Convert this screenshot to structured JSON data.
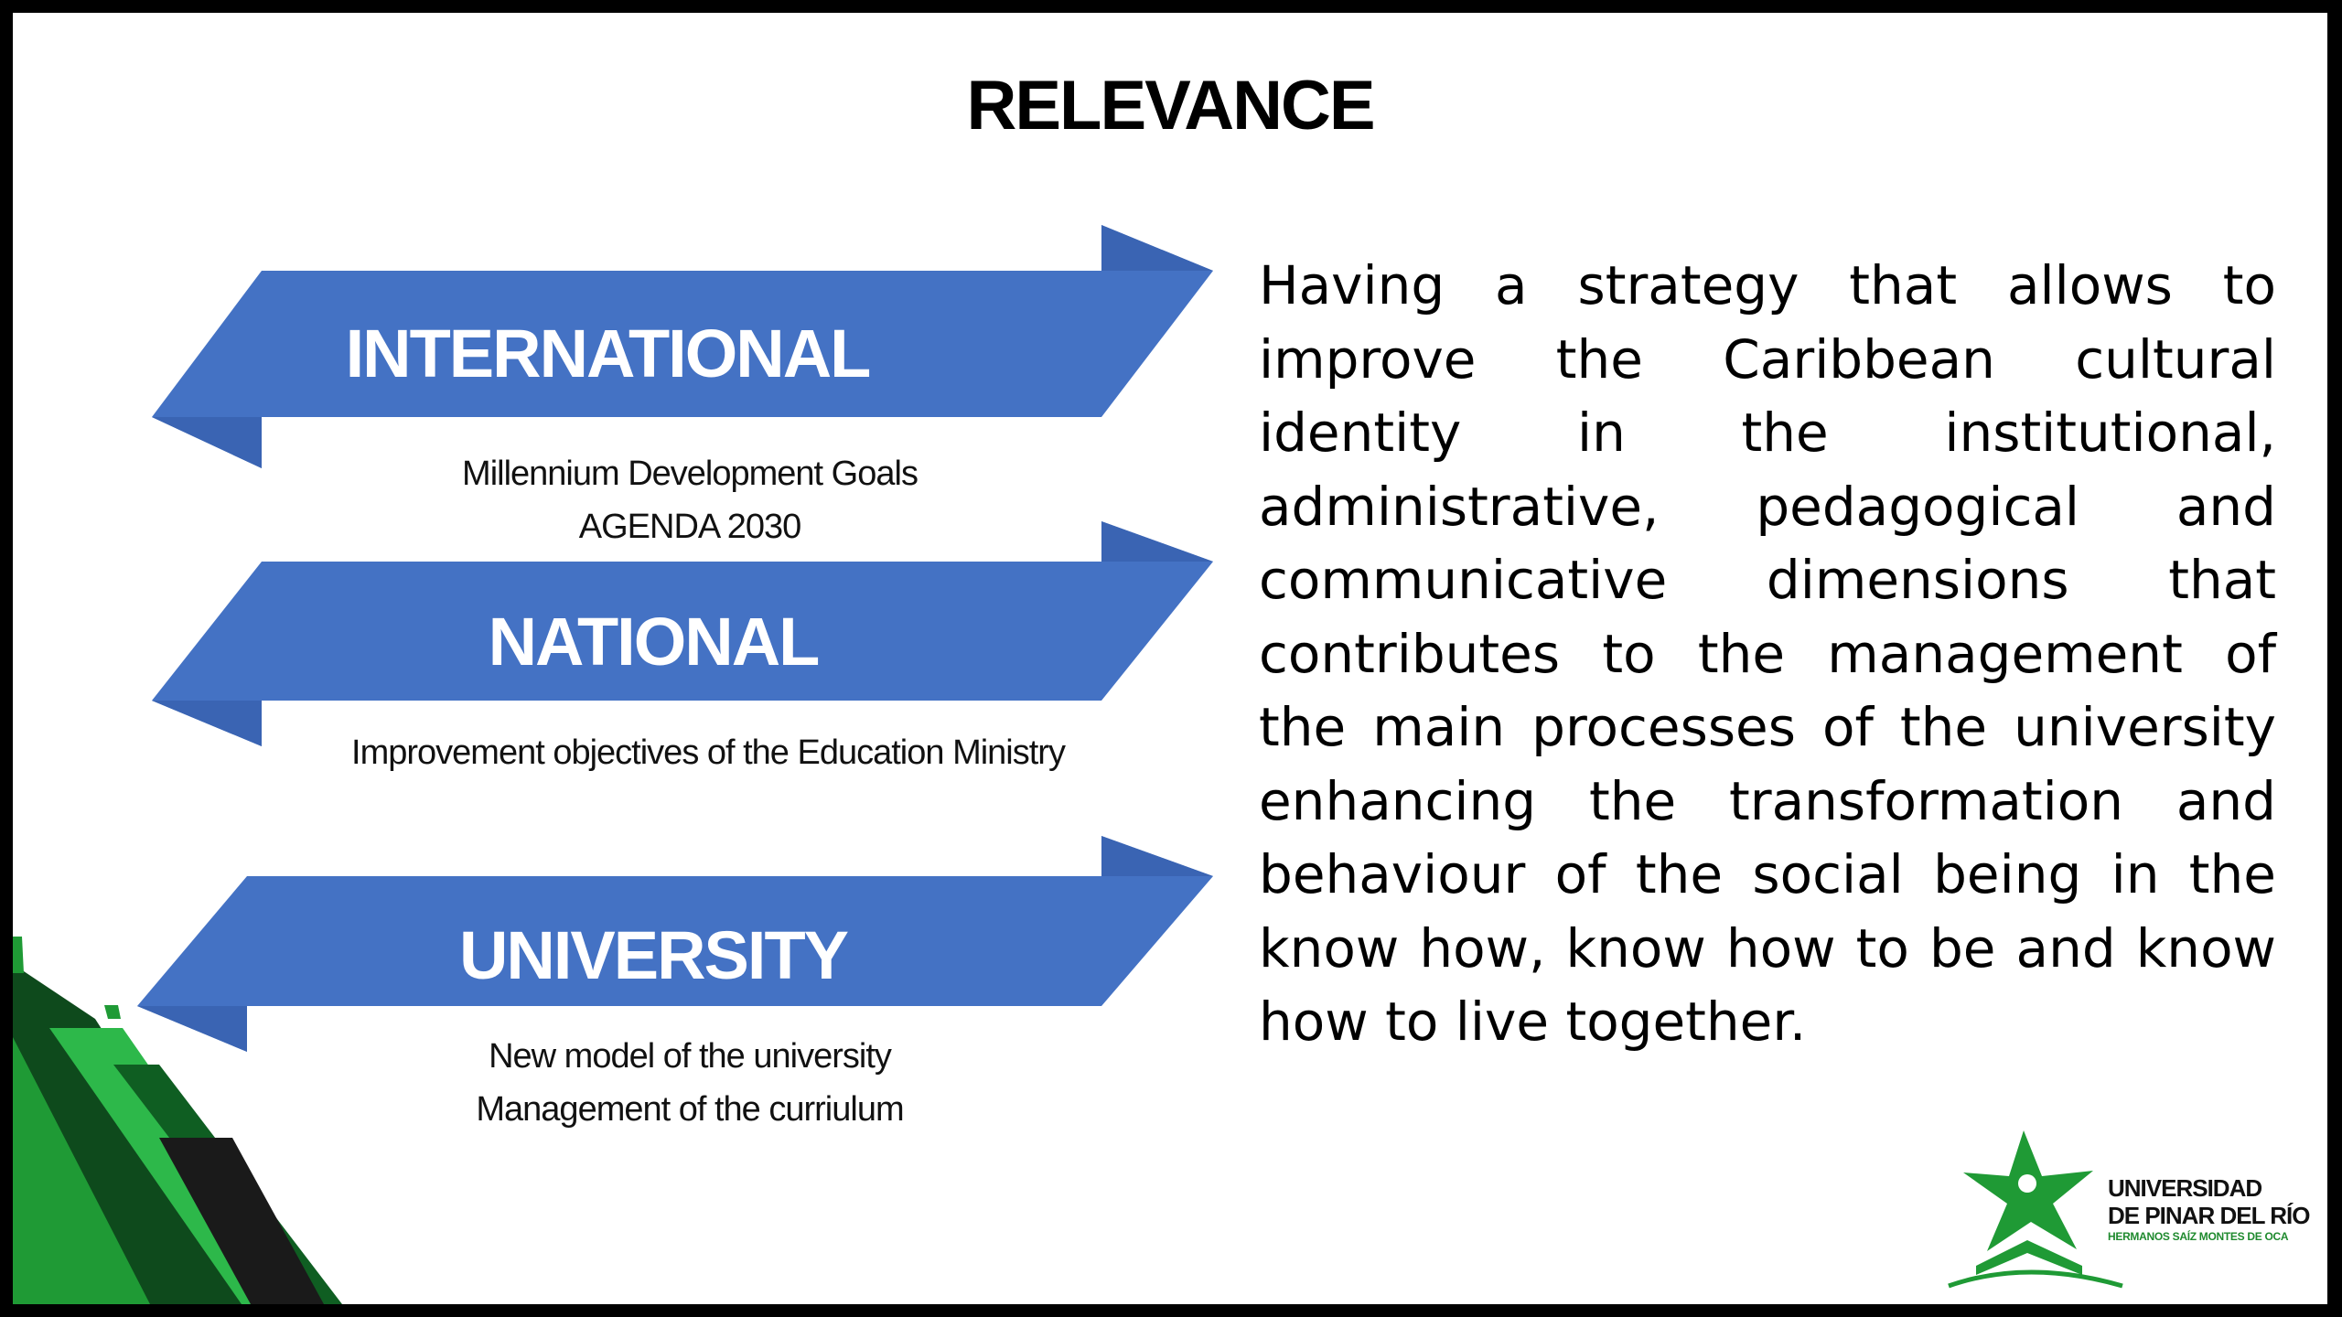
{
  "slide": {
    "title": "RELEVANCE",
    "levels": [
      {
        "label": "INTERNATIONAL",
        "details": [
          "Millennium Development Goals",
          "AGENDA 2030"
        ]
      },
      {
        "label": "NATIONAL",
        "details": [
          "Improvement objectives of the Education Ministry"
        ]
      },
      {
        "label": "UNIVERSITY",
        "details": [
          "New model of the university",
          "Management of the curriulum"
        ]
      }
    ],
    "body_text": "Having a strategy that allows to improve the Caribbean cultural identity in the institutional, administrative, pedagogical and communicative dimensions that contributes to the management of the main processes of the university enhancing the transformation and behaviour of the social being in the know how, know how to be and know how to live together."
  },
  "logo": {
    "line1": "UNIVERSIDAD",
    "line2": "DE PINAR DEL RÍO",
    "line3": "HERMANOS SAÍZ MONTES DE OCA",
    "icon": "star-book-logo-icon"
  },
  "colors": {
    "arrow_fill": "#4472C4",
    "arrow_shade": "#3a64b3",
    "accent_green": "#1f9a35",
    "dark_green": "#0e4a1c",
    "frame": "#000000"
  }
}
